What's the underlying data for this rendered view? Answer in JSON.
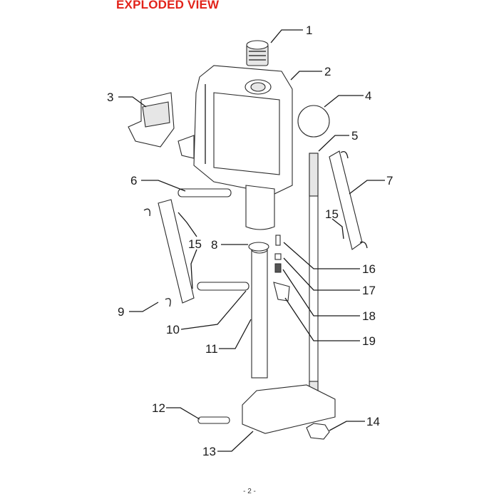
{
  "title": "EXPLODED VIEW",
  "footer": "- 2 -",
  "colors": {
    "title": "#e2231a",
    "line": "#1a1a1a"
  },
  "callouts": [
    "1",
    "2",
    "3",
    "4",
    "5",
    "6",
    "7",
    "8",
    "9",
    "10",
    "11",
    "12",
    "13",
    "14",
    "15",
    "15",
    "16",
    "17",
    "18",
    "19"
  ]
}
